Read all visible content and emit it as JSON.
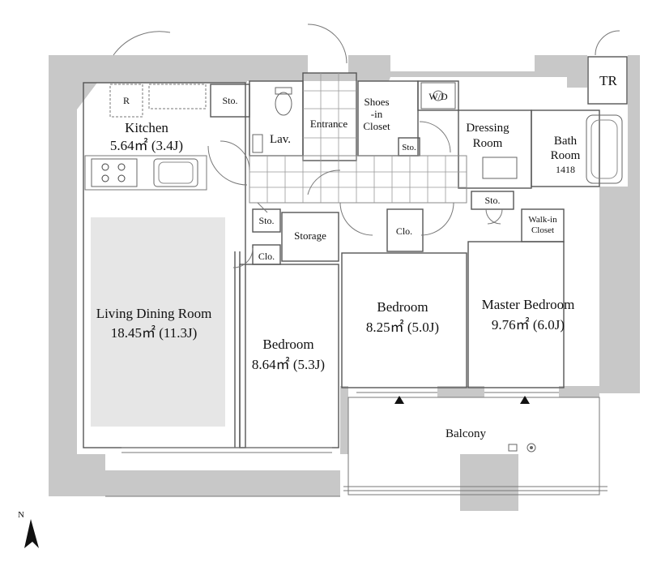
{
  "plan": {
    "labels": {
      "tr": "TR",
      "kitchen": "Kitchen",
      "kitchen_area": "5.64㎡ (3.4J)",
      "fridge": "R",
      "sto_kitchen": "Sto.",
      "lav": "Lav.",
      "entrance": "Entrance",
      "shoes_closet_1": "Shoes",
      "shoes_closet_2": "-in",
      "shoes_closet_3": "Closet",
      "wd": "W/D",
      "sto_entry": "Sto.",
      "dressing_1": "Dressing",
      "dressing_2": "Room",
      "bath_1": "Bath",
      "bath_2": "Room",
      "bath_3": "1418",
      "sto_hall": "Sto.",
      "storage": "Storage",
      "clo_hall": "Clo.",
      "clo_bed": "Clo.",
      "sto_master": "Sto.",
      "walkin_1": "Walk-in",
      "walkin_2": "Closet",
      "living_name": "Living Dining Room",
      "living_area": "18.45㎡ (11.3J)",
      "bed1_name": "Bedroom",
      "bed1_area": "8.64㎡ (5.3J)",
      "bed2_name": "Bedroom",
      "bed2_area": "8.25㎡ (5.0J)",
      "master_name": "Master Bedroom",
      "master_area": "9.76㎡ (6.0J)",
      "balcony": "Balcony",
      "north": "N"
    },
    "colors": {
      "wall": "#c8c8c8",
      "living_floor": "#e6e6e6",
      "background": "#ffffff"
    },
    "icons": [
      "north-arrow-icon",
      "stove-icon",
      "sink-icon",
      "toilet-icon",
      "bathtub-icon",
      "washer-icon",
      "door-swing-icon"
    ]
  }
}
